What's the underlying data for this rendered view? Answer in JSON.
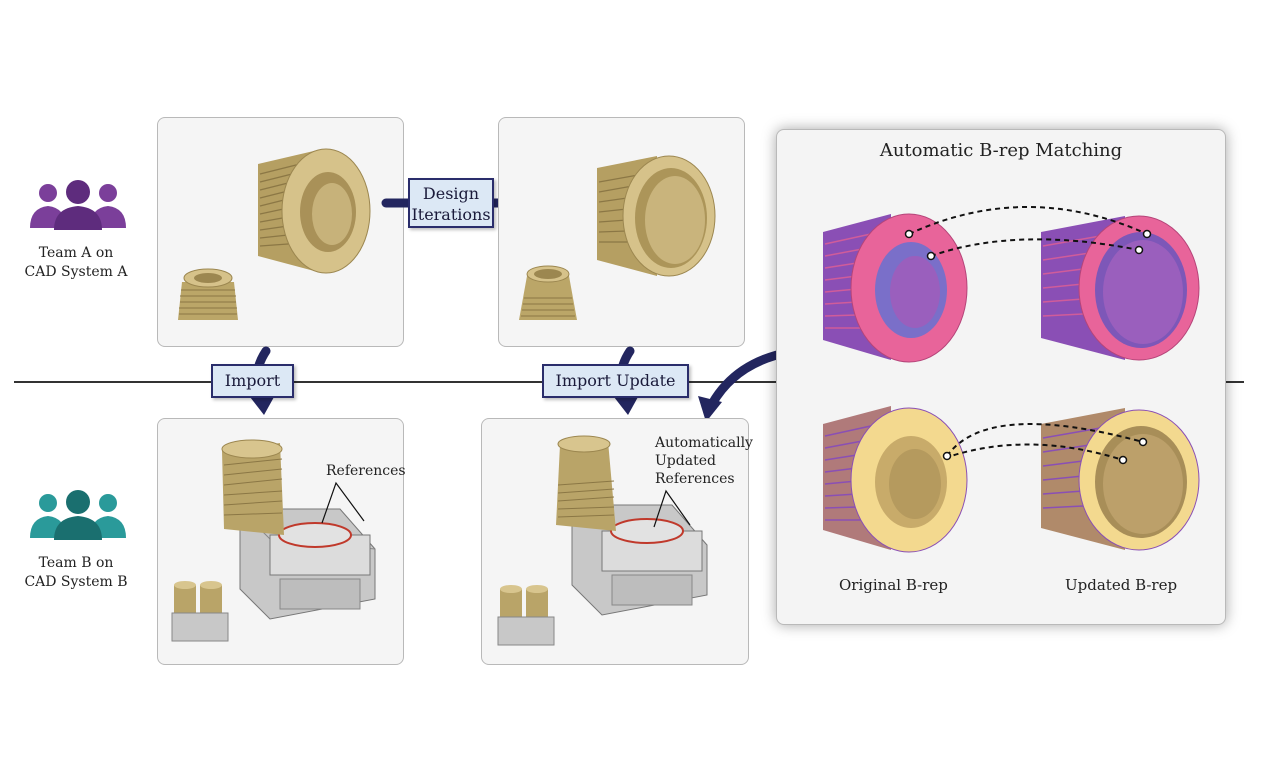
{
  "teams": {
    "a": {
      "line1": "Team A on",
      "line2": "CAD System A",
      "color": "#7b3f9a"
    },
    "b": {
      "line1": "Team B on",
      "line2": "CAD System B",
      "color": "#1f8080"
    }
  },
  "labels": {
    "design_line1": "Design",
    "design_line2": "Iterations",
    "import": "Import",
    "import_update": "Import Update",
    "references": "References",
    "auto_line1": "Automatically",
    "auto_line2": "Updated",
    "auto_line3": "References"
  },
  "matching": {
    "title": "Automatic B-rep Matching",
    "original": "Original B-rep",
    "updated": "Updated B-rep"
  },
  "colors": {
    "arrow": "#23265f",
    "gold": "#c9b37a",
    "pink": "#e8649a",
    "purple": "#8a4fb5",
    "cream": "#f3d98f"
  }
}
